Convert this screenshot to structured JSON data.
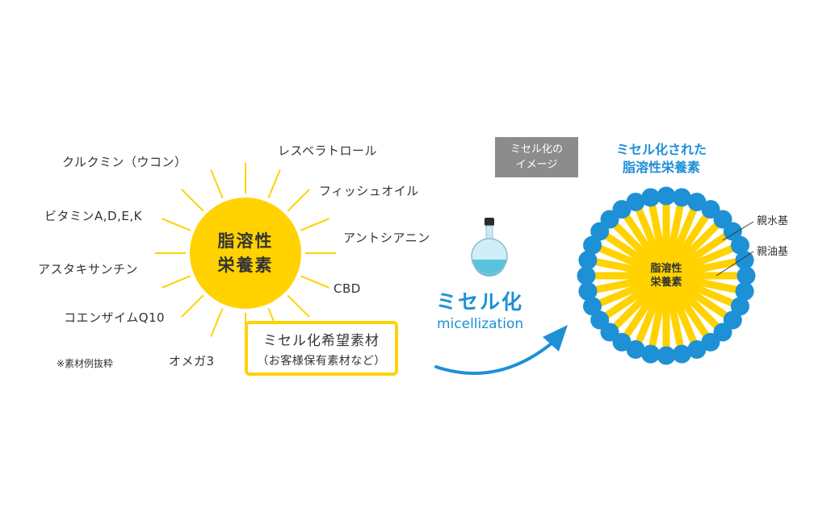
{
  "core": {
    "line1": "脂溶性",
    "line2": "栄養素"
  },
  "nutrients": [
    "クルクミン（ウコン）",
    "ビタミンA,D,E,K",
    "アスタキサンチン",
    "コエンザイムQ10",
    "オメガ3",
    "レスベラトロール",
    "フィッシュオイル",
    "アントシアニン",
    "CBD"
  ],
  "note": "※素材例抜粋",
  "candidate": {
    "line1": "ミセル化希望素材",
    "line2": "（お客様保有素材など）"
  },
  "image_badge": {
    "line1": "ミセル化の",
    "line2": "イメージ"
  },
  "micelle_title": {
    "line1": "ミセル化された",
    "line2": "脂溶性栄養素"
  },
  "process": {
    "title": "ミセル化",
    "subtitle": "micellization"
  },
  "micelle_core": {
    "line1": "脂溶性",
    "line2": "栄養素"
  },
  "labels": {
    "hydrophilic": "親水基",
    "lipophilic": "親油基"
  },
  "colors": {
    "yellow": "#FFD200",
    "blue": "#1E90D6",
    "gray": "#8C8C8C",
    "text": "#333333"
  },
  "icons": {
    "flask": "flask-icon",
    "arrow": "curved-arrow-icon"
  }
}
